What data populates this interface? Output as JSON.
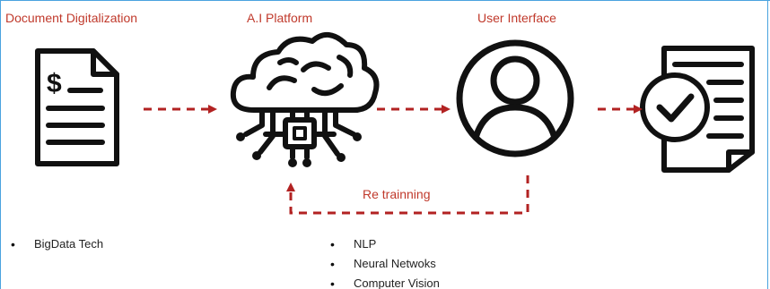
{
  "headings": {
    "digitalization": "Document Digitalization",
    "ai_platform": "A.I Platform",
    "user_interface": "User Interface"
  },
  "icons": {
    "document": "document-dollar-icon",
    "ai": "cloud-brain-chip-icon",
    "user": "user-avatar-icon",
    "result": "checked-document-icon"
  },
  "retraining_label": "Re trainning",
  "digitalization_list": [
    "BigData Tech"
  ],
  "ai_list": [
    "NLP",
    "Neural Netwoks",
    "Computer Vision"
  ],
  "colors": {
    "arrow": "#b22222",
    "heading": "#c0392b",
    "frame": "#4aa3df",
    "icon": "#111111"
  }
}
